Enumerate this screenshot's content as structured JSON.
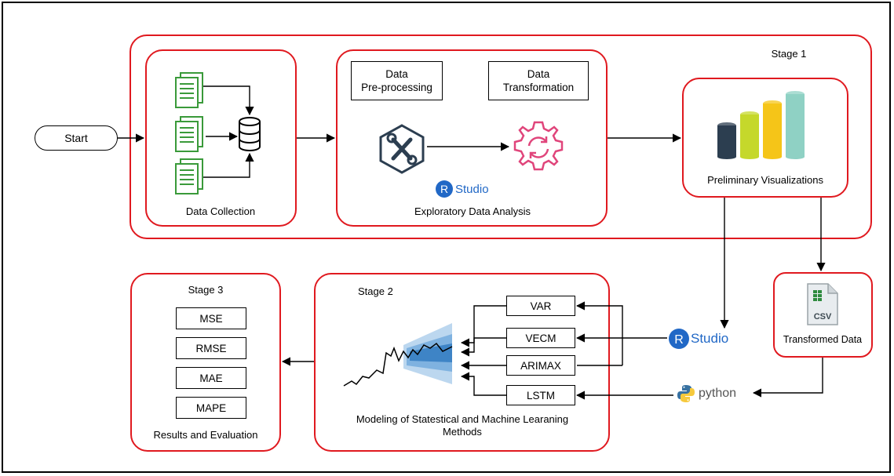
{
  "start": {
    "label": "Start"
  },
  "stage1": {
    "label": "Stage 1",
    "data_collection": {
      "label": "Data Collection"
    },
    "eda": {
      "label": "Exploratory Data Analysis",
      "preprocessing": "Data\nPre-processing",
      "transformation": "Data\nTransformation",
      "rstudio": "Studio"
    },
    "visualizations": {
      "label": "Preliminary Visualizations",
      "bar_colors": [
        "#2c3e50",
        "#c5d82b",
        "#f5c518",
        "#8fd1c4"
      ]
    }
  },
  "transformed": {
    "label": "Transformed Data",
    "file": "CSV"
  },
  "rstudio": {
    "text": "Studio"
  },
  "python": {
    "text": "python"
  },
  "stage2": {
    "label": "Stage 2",
    "models": [
      "VAR",
      "VECM",
      "ARIMAX",
      "LSTM"
    ],
    "caption": "Modeling of Statestical and Machine Learaning\nMethods"
  },
  "stage3": {
    "label": "Stage 3",
    "metrics": [
      "MSE",
      "RMSE",
      "MAE",
      "MAPE"
    ],
    "caption": "Results and Evaluation"
  },
  "colors": {
    "stage_border": "#e0191f",
    "doc_green": "#3a9a3a",
    "eda_pink": "#e0457b",
    "r_blue": "#2168c6"
  }
}
